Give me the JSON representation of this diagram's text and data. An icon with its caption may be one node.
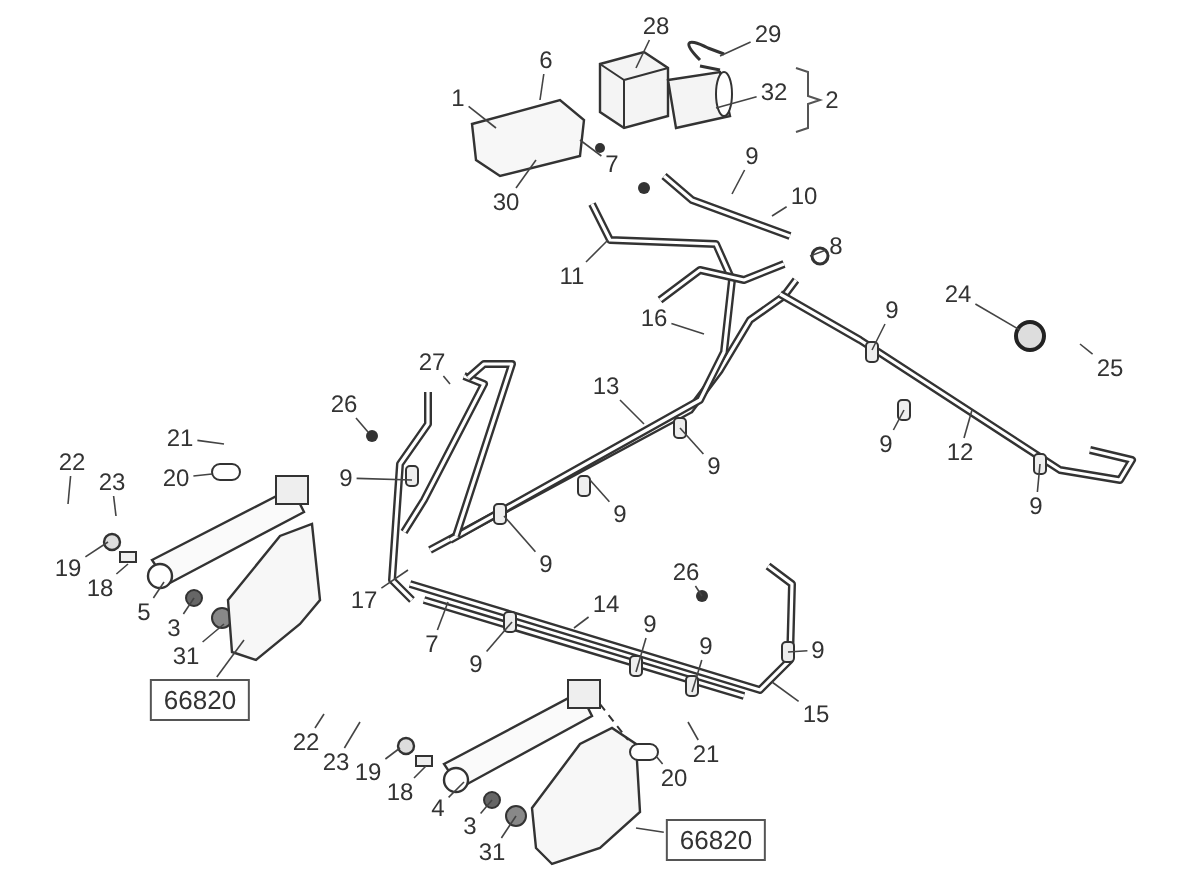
{
  "diagram": {
    "nodes": [
      {
        "text": [
          "28"
        ]
      },
      {
        "text": [
          "29"
        ]
      },
      {
        "text": [
          "6"
        ]
      },
      {
        "text": [
          "32"
        ]
      },
      {
        "text": [
          "1"
        ]
      },
      {
        "text": [
          "9"
        ]
      },
      {
        "text": [
          "7"
        ]
      },
      {
        "text": [
          "10"
        ]
      },
      {
        "text": [
          "30"
        ]
      },
      {
        "text": [
          "8"
        ]
      },
      {
        "text": [
          "11"
        ]
      },
      {
        "text": [
          "24"
        ]
      },
      {
        "text": [
          "9"
        ]
      },
      {
        "text": [
          "16"
        ]
      },
      {
        "text": [
          "27"
        ]
      },
      {
        "text": [
          "25"
        ]
      },
      {
        "text": [
          "13"
        ]
      },
      {
        "text": [
          "26"
        ]
      },
      {
        "text": [
          "21"
        ]
      },
      {
        "text": [
          "9"
        ]
      },
      {
        "text": [
          "12"
        ]
      },
      {
        "text": [
          "22"
        ]
      },
      {
        "text": [
          "9"
        ]
      },
      {
        "text": [
          "20"
        ]
      },
      {
        "text": [
          "23"
        ]
      },
      {
        "text": [
          "9"
        ]
      },
      {
        "text": [
          "9"
        ]
      },
      {
        "text": [
          "9"
        ]
      },
      {
        "text": [
          "9"
        ]
      },
      {
        "text": [
          "19"
        ]
      },
      {
        "text": [
          "26"
        ]
      },
      {
        "text": [
          "18"
        ]
      },
      {
        "text": [
          "17"
        ]
      },
      {
        "text": [
          "14"
        ]
      },
      {
        "text": [
          "5"
        ]
      },
      {
        "text": [
          "3"
        ]
      },
      {
        "text": [
          "9"
        ]
      },
      {
        "text": [
          "7"
        ]
      },
      {
        "text": [
          "9"
        ]
      },
      {
        "text": [
          "9"
        ]
      },
      {
        "text": [
          "31"
        ]
      },
      {
        "text": [
          "9"
        ]
      },
      {
        "text": [
          "66820"
        ]
      },
      {
        "text": [
          "15"
        ]
      },
      {
        "text": [
          "22"
        ]
      },
      {
        "text": [
          "21"
        ]
      },
      {
        "text": [
          "23"
        ]
      },
      {
        "text": [
          "19"
        ]
      },
      {
        "text": [
          "20"
        ]
      },
      {
        "text": [
          "18"
        ]
      },
      {
        "text": [
          "4"
        ]
      },
      {
        "text": [
          "3"
        ]
      },
      {
        "text": [
          "66820"
        ]
      },
      {
        "text": [
          "31"
        ]
      }
    ],
    "edges": [
      {
        "from": 0,
        "to": null,
        "arrow": "none"
      },
      {
        "from": 1,
        "to": null,
        "arrow": "none"
      },
      {
        "from": 2,
        "to": null,
        "arrow": "none"
      },
      {
        "from": 3,
        "to": null,
        "arrow": "none"
      },
      {
        "from": 4,
        "to": null,
        "arrow": "none"
      },
      {
        "from": 5,
        "to": null,
        "arrow": "none"
      },
      {
        "from": 6,
        "to": null,
        "arrow": "none"
      },
      {
        "from": 7,
        "to": null,
        "arrow": "none"
      },
      {
        "from": 8,
        "to": null,
        "arrow": "none"
      },
      {
        "from": 9,
        "to": null,
        "arrow": "none"
      },
      {
        "from": 10,
        "to": null,
        "arrow": "none"
      },
      {
        "from": 11,
        "to": null,
        "arrow": "none"
      },
      {
        "from": 12,
        "to": null,
        "arrow": "none"
      },
      {
        "from": 13,
        "to": null,
        "arrow": "none"
      },
      {
        "from": 14,
        "to": null,
        "arrow": "none"
      },
      {
        "from": 15,
        "to": null,
        "arrow": "none"
      },
      {
        "from": 16,
        "to": null,
        "arrow": "none"
      },
      {
        "from": 17,
        "to": null,
        "arrow": "none"
      },
      {
        "from": 18,
        "to": null,
        "arrow": "none"
      },
      {
        "from": 19,
        "to": null,
        "arrow": "none"
      },
      {
        "from": 20,
        "to": null,
        "arrow": "none"
      },
      {
        "from": 21,
        "to": null,
        "arrow": "none"
      },
      {
        "from": 22,
        "to": null,
        "arrow": "none"
      },
      {
        "from": 23,
        "to": null,
        "arrow": "none"
      },
      {
        "from": 24,
        "to": null,
        "arrow": "none"
      },
      {
        "from": 25,
        "to": null,
        "arrow": "none"
      },
      {
        "from": 26,
        "to": null,
        "arrow": "none"
      },
      {
        "from": 27,
        "to": null,
        "arrow": "none"
      },
      {
        "from": 28,
        "to": null,
        "arrow": "none"
      },
      {
        "from": 29,
        "to": null,
        "arrow": "none"
      },
      {
        "from": 30,
        "to": null,
        "arrow": "none"
      },
      {
        "from": 31,
        "to": null,
        "arrow": "none"
      },
      {
        "from": 32,
        "to": null,
        "arrow": "none"
      },
      {
        "from": 33,
        "to": null,
        "arrow": "none"
      },
      {
        "from": 34,
        "to": null,
        "arrow": "none"
      },
      {
        "from": 35,
        "to": null,
        "arrow": "none"
      },
      {
        "from": 36,
        "to": null,
        "arrow": "none"
      },
      {
        "from": 37,
        "to": null,
        "arrow": "none"
      },
      {
        "from": 38,
        "to": null,
        "arrow": "none"
      },
      {
        "from": 39,
        "to": null,
        "arrow": "none"
      },
      {
        "from": 40,
        "to": null,
        "arrow": "none"
      },
      {
        "from": 41,
        "to": null,
        "arrow": "none"
      },
      {
        "from": 42,
        "to": null,
        "arrow": "none"
      },
      {
        "from": 43,
        "to": null,
        "arrow": "none"
      },
      {
        "from": 44,
        "to": null,
        "arrow": "none"
      },
      {
        "from": 45,
        "to": null,
        "arrow": "none"
      },
      {
        "from": 46,
        "to": null,
        "arrow": "none"
      },
      {
        "from": 47,
        "to": null,
        "arrow": "none"
      },
      {
        "from": 48,
        "to": null,
        "arrow": "none"
      },
      {
        "from": 49,
        "to": null,
        "arrow": "none"
      },
      {
        "from": 50,
        "to": null,
        "arrow": "none"
      },
      {
        "from": 51,
        "to": null,
        "arrow": "none"
      },
      {
        "from": 52,
        "to": null,
        "arrow": "none"
      },
      {
        "from": 53,
        "to": null,
        "arrow": "none"
      }
    ],
    "labels": [
      "2"
    ]
  }
}
